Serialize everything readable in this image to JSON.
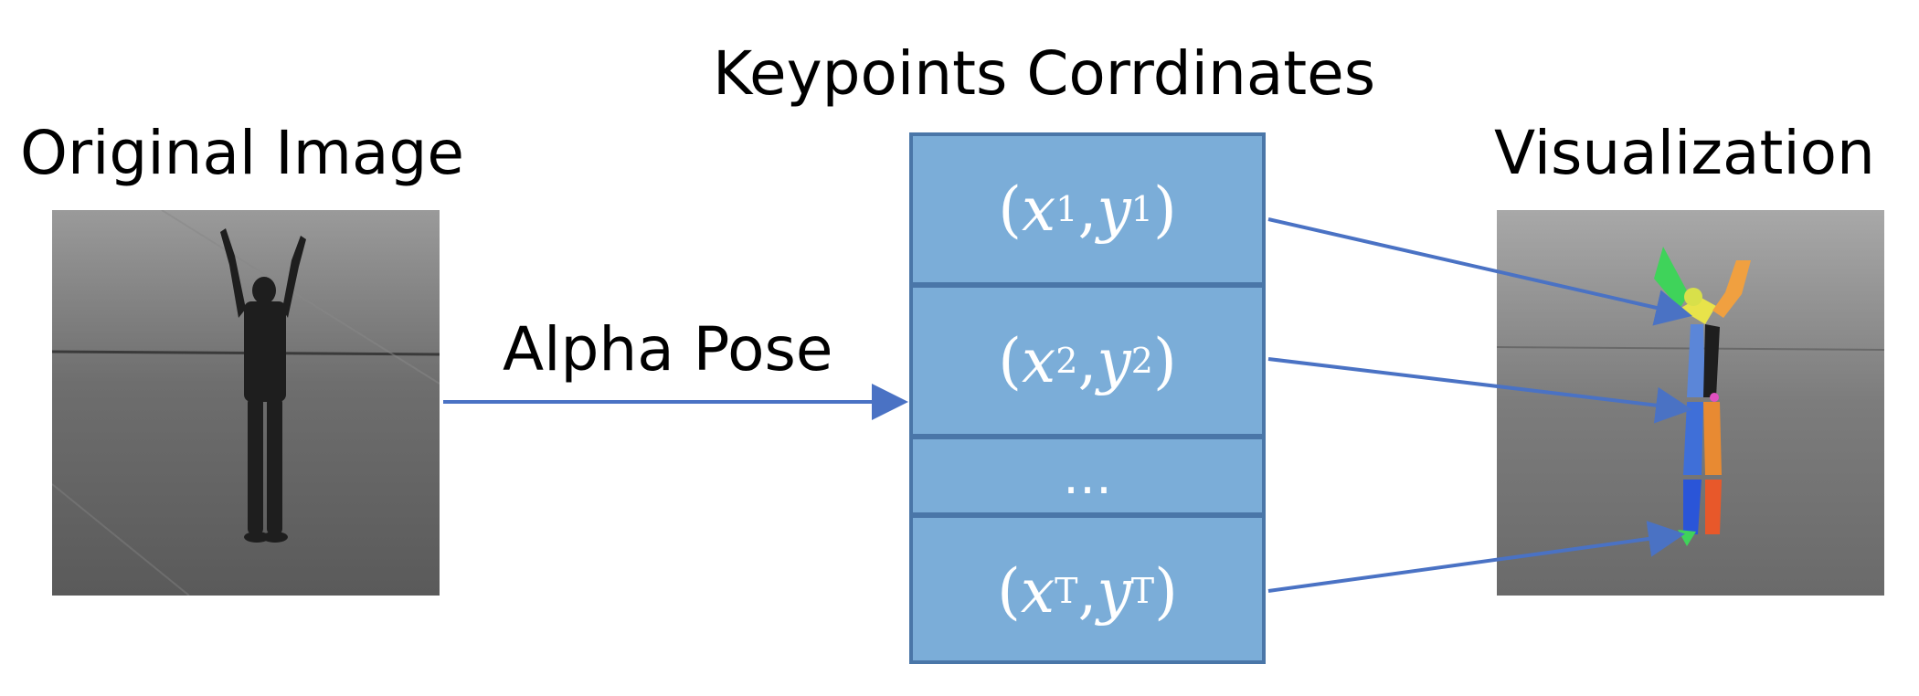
{
  "titles": {
    "original": "Original Image",
    "keypoints": "Keypoints Corrdinates",
    "visualization": "Visualization"
  },
  "arrow_label": "Alpha Pose",
  "coordinates": [
    {
      "x": "x",
      "x_sub": "1",
      "y": "y",
      "y_sub": "1"
    },
    {
      "x": "x",
      "x_sub": "2",
      "y": "y",
      "y_sub": "2"
    },
    {
      "ellipsis": "…"
    },
    {
      "x": "x",
      "x_sub": "T",
      "y": "y",
      "y_sub": "T"
    }
  ],
  "colors": {
    "box_fill": "#7badd8",
    "box_border": "#4a76a8",
    "arrow": "#4a72c4",
    "text_on_box": "#ffffff"
  }
}
